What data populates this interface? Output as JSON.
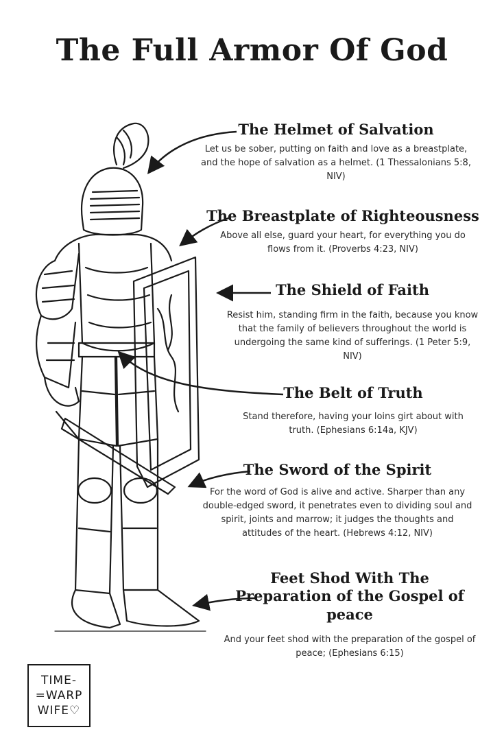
{
  "title": "The Full Armor Of God",
  "sections": [
    {
      "heading": "The Helmet of Salvation",
      "text": "Let us be sober, putting on faith and love as a breastplate, and the hope of salvation as a helmet. (1 Thessalonians 5:8, NIV)"
    },
    {
      "heading": "The Breastplate of Righteousness",
      "text": "Above all else, guard your heart, for everything you do flows from it. (Proverbs 4:23, NIV)"
    },
    {
      "heading": "The Shield of Faith",
      "text": "Resist him, standing firm in the faith, because you know that the family of believers throughout the world is undergoing the same kind of sufferings. (1 Peter 5:9, NIV)"
    },
    {
      "heading": "The Belt of Truth",
      "text": "Stand therefore, having your loins girt about with truth. (Ephesians 6:14a, KJV)"
    },
    {
      "heading": "The Sword of the Spirit",
      "text": "For the word of God is alive and active. Sharper than any double-edged sword, it penetrates even to dividing soul and spirit, joints and marrow; it judges the thoughts and attitudes of the heart. (Hebrews 4:12, NIV)"
    },
    {
      "heading": "Feet Shod With The Preparation of the Gospel of peace",
      "text": "And your feet shod with the preparation of the gospel of peace; (Ephesians 6:15)"
    }
  ],
  "logo": {
    "line1": "TIME-",
    "line2": "=WARP",
    "line3": "WIFE♡"
  }
}
